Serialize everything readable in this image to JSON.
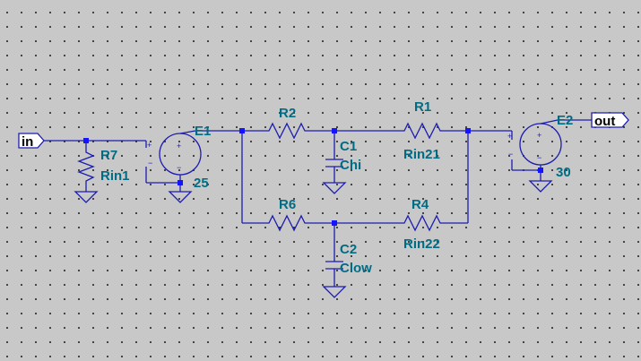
{
  "schematic": {
    "ports": {
      "in": "in",
      "out": "out"
    },
    "resistors": [
      {
        "name": "R7",
        "value": "Rin1"
      },
      {
        "name": "R2",
        "value": ""
      },
      {
        "name": "R1",
        "value": "Rin21"
      },
      {
        "name": "R6",
        "value": ""
      },
      {
        "name": "R4",
        "value": "Rin22"
      }
    ],
    "capacitors": [
      {
        "name": "C1",
        "value": "Chi"
      },
      {
        "name": "C2",
        "value": "Clow"
      }
    ],
    "sources": [
      {
        "name": "E1",
        "value": "25"
      },
      {
        "name": "E2",
        "value": "30"
      }
    ],
    "pin_symbols": {
      "plus": "+",
      "minus": "−"
    }
  },
  "colors": {
    "wire": "#1c1cb0",
    "node": "#1414ff",
    "label": "#006c84",
    "background": "#c8c8c8"
  }
}
